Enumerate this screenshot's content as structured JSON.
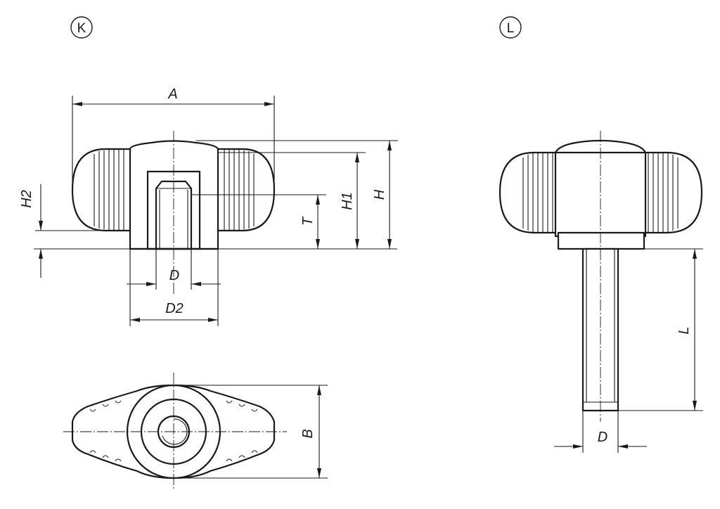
{
  "views": {
    "k": {
      "marker": "K"
    },
    "l": {
      "marker": "L"
    }
  },
  "dimensions": {
    "a": "A",
    "h": "H",
    "h1": "H1",
    "h2": "H2",
    "t": "T",
    "d_k": "D",
    "d2": "D2",
    "b": "B",
    "l": "L",
    "d_l": "D"
  }
}
